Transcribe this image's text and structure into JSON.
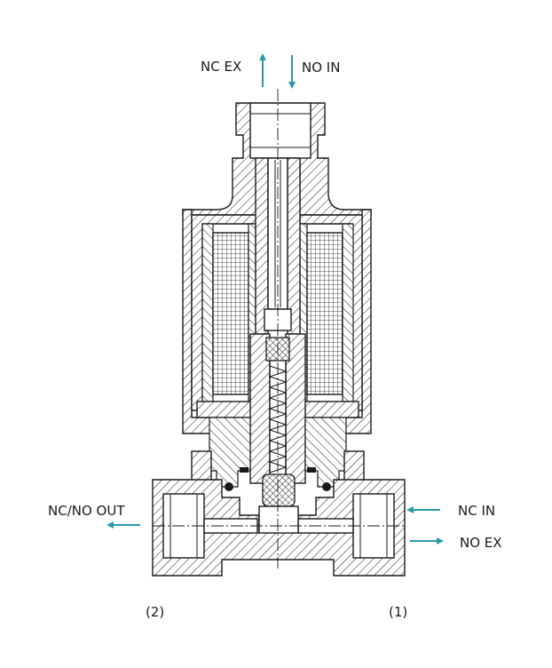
{
  "labels": {
    "nc_ex": "NC EX",
    "no_in": "NO IN",
    "nc_no_out": "NC/NO OUT",
    "nc_in": "NC IN",
    "no_ex": "NO EX",
    "port_2": "(2)",
    "port_1": "(1)"
  },
  "colors": {
    "arrow": "#2a9aa8",
    "line": "#1a1a1a"
  }
}
